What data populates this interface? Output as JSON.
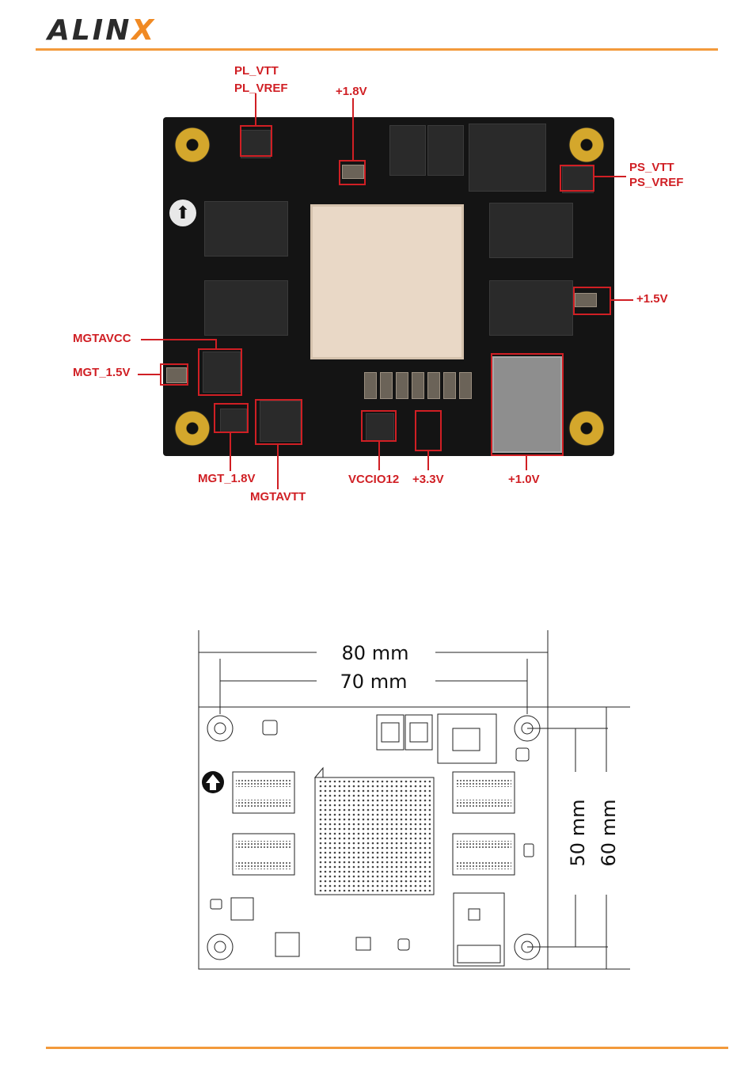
{
  "header": {
    "logo_text_main": "ALIN",
    "logo_text_accent": "X",
    "rule_color": "#f39a3c"
  },
  "photo": {
    "labels": {
      "pl_vtt": "PL_VTT",
      "pl_vref": "PL_VREF",
      "v1_8": "+1.8V",
      "ps_vtt": "PS_VTT",
      "ps_vref": "PS_VREF",
      "v1_5": "+1.5V",
      "mgtavcc": "MGTAVCC",
      "mgt_1_5v": "MGT_1.5V",
      "mgt_1_8v": "MGT_1.8V",
      "mgtavtt": "MGTAVTT",
      "vccio12": "VCCIO12",
      "v3_3": "+3.3V",
      "v1_0": "+1.0V"
    },
    "annotation_color": "#d01f24"
  },
  "drawing": {
    "dim_80": "80 mm",
    "dim_70": "70 mm",
    "dim_50": "50 mm",
    "dim_60": "60 mm"
  }
}
